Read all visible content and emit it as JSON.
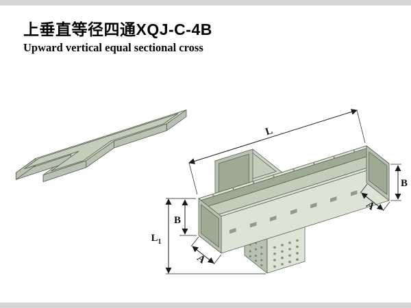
{
  "header": {
    "title": "上垂直等径四通XQJ-C-4B",
    "subtitle": "Upward vertical equal sectional cross"
  },
  "diagram": {
    "dims": {
      "L": "L",
      "B": "B",
      "A": "A",
      "L1_main": "L",
      "L1_sub": "1"
    }
  },
  "colors": {
    "bar": "#d6d6d6",
    "tray-top": "#cfd8c8",
    "tray-side": "#b7c3b0",
    "tray-floor": "#c2cdba",
    "tray-dark": "#9dab95",
    "tray-light": "#dde4d6",
    "outline": "#5d6355",
    "dim": "#1a1a1a",
    "hole": "#707c67"
  }
}
